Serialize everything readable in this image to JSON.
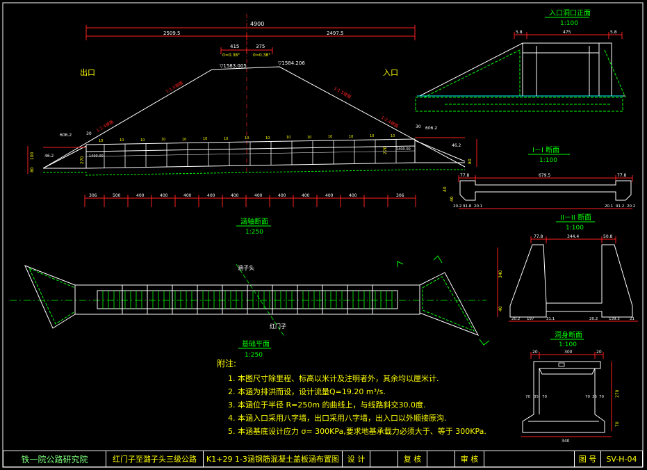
{
  "labels": {
    "total_len": "4900",
    "left_len": "2509.5",
    "right_len": "2497.5",
    "mid_left": "415",
    "mid_right": "375",
    "mid_slope_l": "0=0.38°",
    "mid_slope_r": "0=0.38°",
    "elev_l": "▽1583.005",
    "elev_r": "▽1584.206",
    "exit": "出口",
    "entrance": "入口",
    "slope_l1": "1:1.5坡面",
    "slope_l2": "1:2.4坡面",
    "slope_r1": "1:1.5坡面",
    "slope_r2": "1:2.4坡面",
    "left_606": "606.2",
    "right_606": "606.2",
    "left_30": "30",
    "right_30": "30",
    "left_462": "46.2",
    "right_462": "46.2",
    "left_80": "80",
    "right_80": "80",
    "left_100": "100",
    "left_270": "270",
    "right_270": "270",
    "bottom_l": "1400.00",
    "bottom_r": "1400.00",
    "long_section": "涵轴断面",
    "long_scale": "1:250",
    "bottom_dims": [
      "306",
      "500",
      "400",
      "400",
      "400",
      "400",
      "400",
      "400",
      "400",
      "400",
      "400",
      "400",
      "306"
    ],
    "plan_title": "基础平面",
    "plan_scale": "1:250",
    "plan_lbl1": "涵子头",
    "plan_lbl2": "红门子",
    "front_title": "入口洞口正面",
    "front_scale": "1:100",
    "front_dims": [
      "5.8",
      "475",
      "5.8"
    ],
    "sec1_title": "I－I 断面",
    "sec1_scale": "1:100",
    "sec1_dims": [
      "77.8",
      "679.5",
      "77.8"
    ],
    "sec1_bottom": [
      "20.2",
      "91.8",
      "20.1",
      "20.1",
      "91.2",
      "20.2"
    ],
    "sec1_left": [
      "40",
      "40"
    ],
    "sec2_title": "II－II 断面",
    "sec2_scale": "1:100",
    "sec2_top": [
      "77.8",
      "344.4",
      "50.8"
    ],
    "sec2_bottom": [
      "20.2",
      "197",
      "31.1",
      "20.2",
      "139.3",
      "21"
    ],
    "sec2_left": [
      "340",
      "40"
    ],
    "sec3_title": "洞身断面",
    "sec3_scale": "1:100",
    "sec3_top": [
      "20",
      "300",
      "20"
    ],
    "sec3_mid": [
      "70",
      "35",
      "70",
      "70",
      "35",
      "70"
    ],
    "sec3_bottom": "340",
    "sec3_right": [
      "270",
      "70"
    ]
  },
  "notes": {
    "title": "附注:",
    "items": [
      "1. 本图尺寸除里程、标高以米计及注明者外，其余均以厘米计.",
      "2. 本涵为排洪而设，设计流量Q=19.20 m³/s.",
      "3. 本涵位于半径 R=250m 的曲线上，与线路斜交30.0度.",
      "4. 本涵入口采用八字墙，出口采用八字墙，出入口以外顺接原沟.",
      "5. 本涵基底设计应力 σ= 300KPa,要求地基承载力必须大于、等于 300KPa."
    ]
  },
  "titlebar": {
    "org": "铁一院公路研究院",
    "project": "红门子至潞子头三级公路",
    "drawing": "K1+29  1-3涵钢筋混凝土盖板涵布置图",
    "design": "设  计",
    "check": "复  核",
    "review": "审  核",
    "no_label": "图  号",
    "no_value": "SV-H-04"
  },
  "colors": {
    "red": "#ff2020",
    "white": "#ffffff",
    "green": "#00ff00",
    "yellow": "#ffff00",
    "cyan": "#00ffff"
  }
}
